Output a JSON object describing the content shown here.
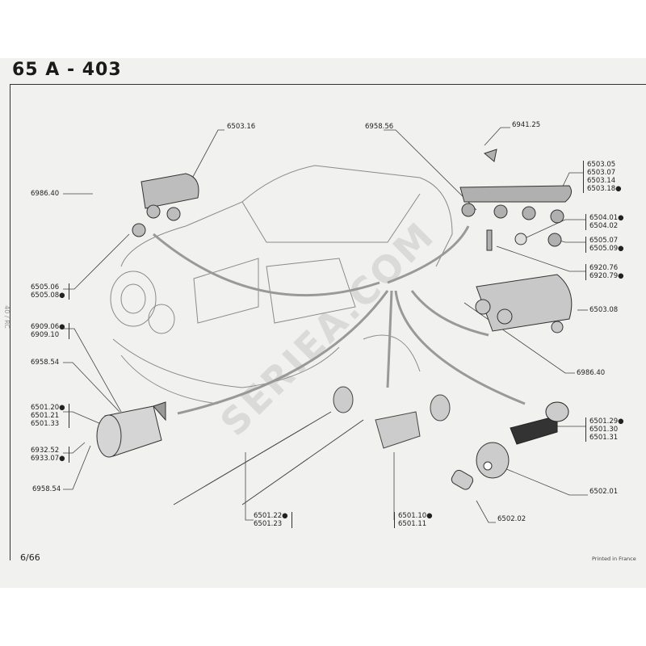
{
  "header": {
    "title": "65 A  -  403"
  },
  "side_mark": "40 / RC",
  "watermark": "SERIEA.COM",
  "callouts": {
    "c6503_16": [
      "6503.16"
    ],
    "c6958_56": [
      "6958.56"
    ],
    "c6941_25": [
      "6941.25"
    ],
    "c6503_group": [
      "6503.05",
      "6503.07",
      "6503.14",
      "6503.18●"
    ],
    "c6986_40a": [
      "6986.40"
    ],
    "c6504": [
      "6504.01●",
      "6504.02"
    ],
    "c6505_07": [
      "6505.07",
      "6505.09●"
    ],
    "c6920": [
      "6920.76",
      "6920.79●"
    ],
    "c6505_06": [
      "6505.06",
      "6505.08●"
    ],
    "c6503_08": [
      "6503.08"
    ],
    "c6909": [
      "6909.06●",
      "6909.10"
    ],
    "c6958_54a": [
      "6958.54"
    ],
    "c6986_40b": [
      "6986.40"
    ],
    "c6501_20": [
      "6501.20●",
      "6501.21",
      "6501.33"
    ],
    "c6501_29": [
      "6501.29●",
      "6501.30",
      "6501.31"
    ],
    "c6932": [
      "6932.52",
      "6933.07●"
    ],
    "c6958_54b": [
      "6958.54"
    ],
    "c6502_01": [
      "6502.01"
    ],
    "c6501_22": [
      "6501.22●",
      "6501.23"
    ],
    "c6501_10": [
      "6501.10●",
      "6501.11"
    ],
    "c6502_02": [
      "6502.02"
    ]
  },
  "footer": {
    "page": "6/66",
    "printed": "Printed in France"
  }
}
